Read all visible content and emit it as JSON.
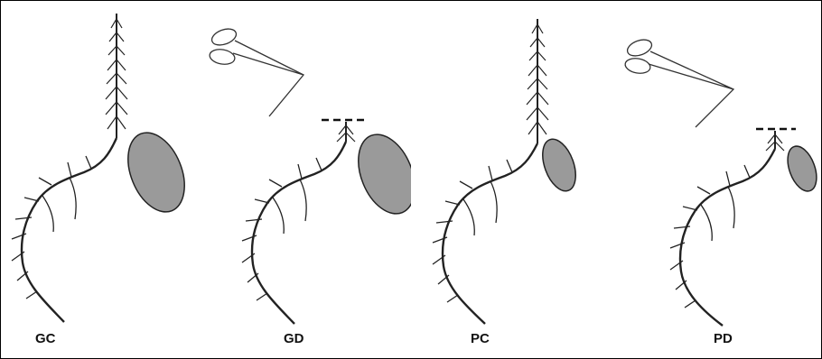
{
  "panels": [
    {
      "label": "GC",
      "shoot": "intact",
      "seed": "large",
      "scissors": false
    },
    {
      "label": "GD",
      "shoot": "cut",
      "seed": "large",
      "scissors": true
    },
    {
      "label": "PC",
      "shoot": "intact",
      "seed": "small",
      "scissors": false
    },
    {
      "label": "PD",
      "shoot": "cut",
      "seed": "small",
      "scissors": true
    }
  ],
  "icons": [
    "scissors-icon"
  ],
  "colors": {
    "line": "#222222",
    "seed_fill": "#9a9a9a",
    "background": "#ffffff"
  }
}
